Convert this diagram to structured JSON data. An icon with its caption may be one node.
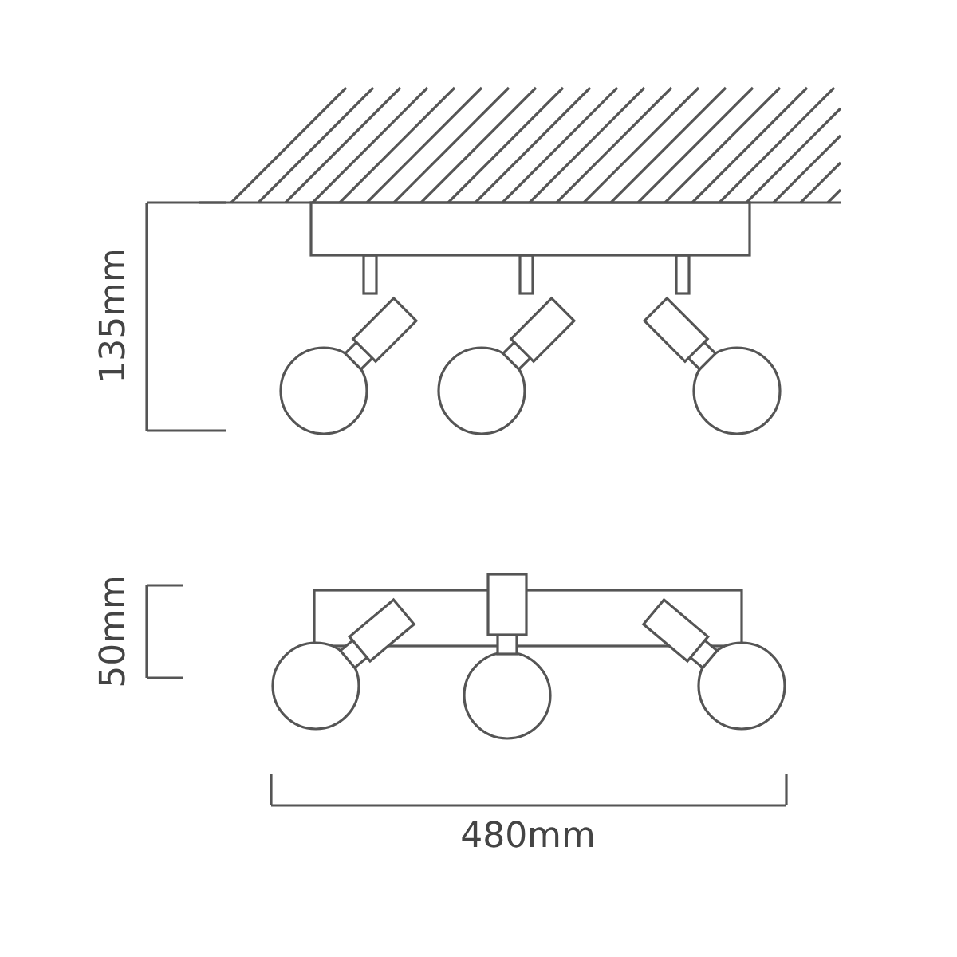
{
  "diagram": {
    "labels": [
      "135mm",
      "50mm",
      "480mm"
    ]
  }
}
